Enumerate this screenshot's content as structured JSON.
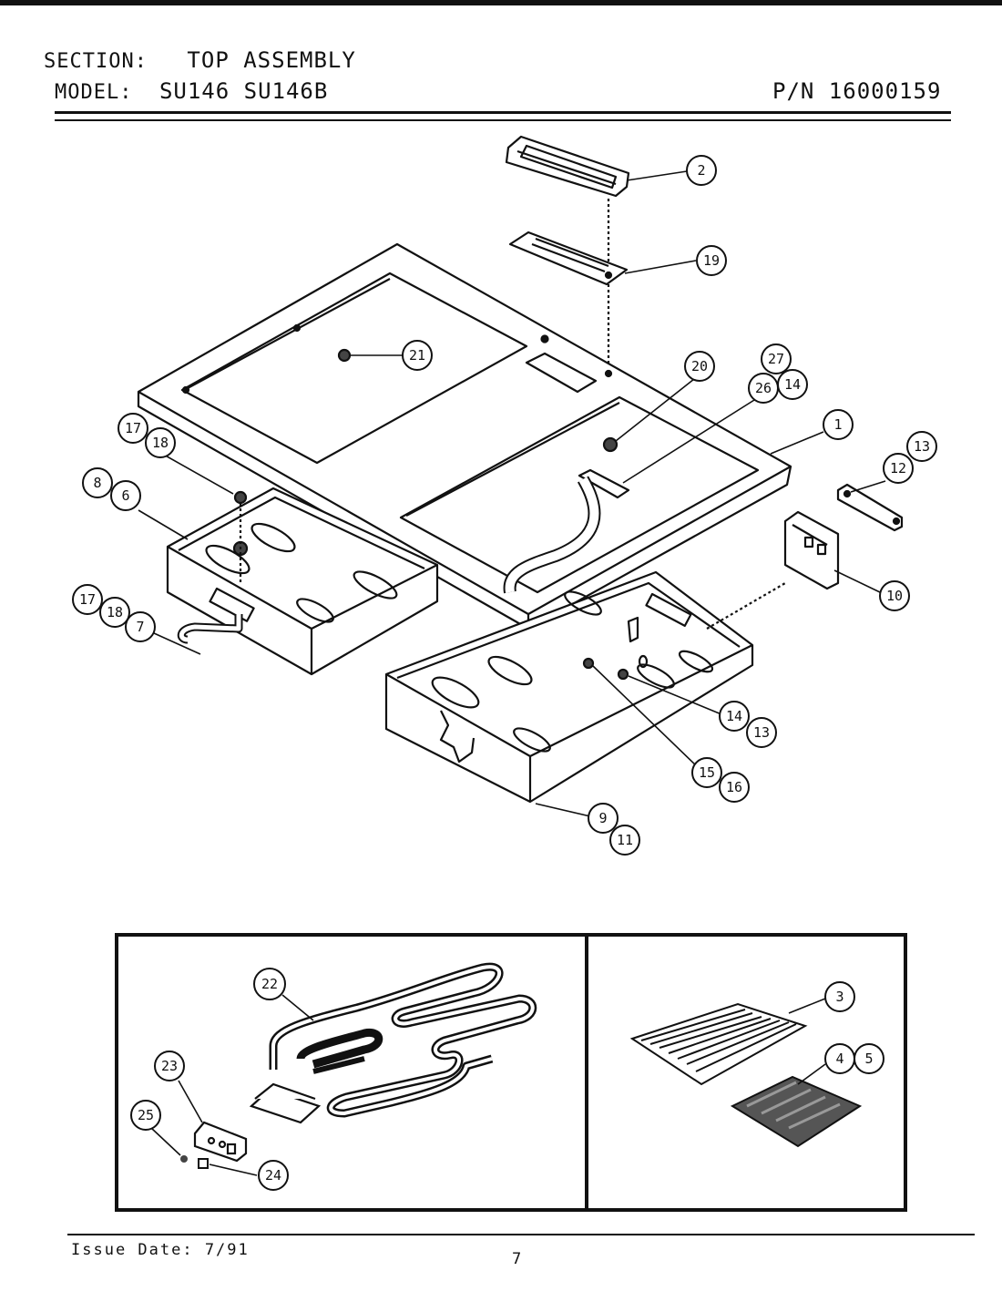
{
  "header": {
    "section_label": "SECTION:",
    "section_value": "TOP ASSEMBLY",
    "model_label": "MODEL:",
    "model_value": "SU146  SU146B",
    "part_number": "P/N 16000159"
  },
  "callouts": {
    "c1": "1",
    "c2": "2",
    "c3": "3",
    "c4": "4",
    "c5": "5",
    "c6": "6",
    "c7": "7",
    "c8": "8",
    "c9": "9",
    "c10": "10",
    "c11": "11",
    "c12": "12",
    "c13a": "13",
    "c13b": "13",
    "c14a": "14",
    "c14b": "14",
    "c15": "15",
    "c16": "16",
    "c17a": "17",
    "c17b": "17",
    "c18a": "18",
    "c18b": "18",
    "c19": "19",
    "c20": "20",
    "c21": "21",
    "c22": "22",
    "c23": "23",
    "c24": "24",
    "c25": "25",
    "c26": "26",
    "c27": "27"
  },
  "footer": {
    "issue_date": "Issue Date: 7/91",
    "page_number": "7"
  }
}
